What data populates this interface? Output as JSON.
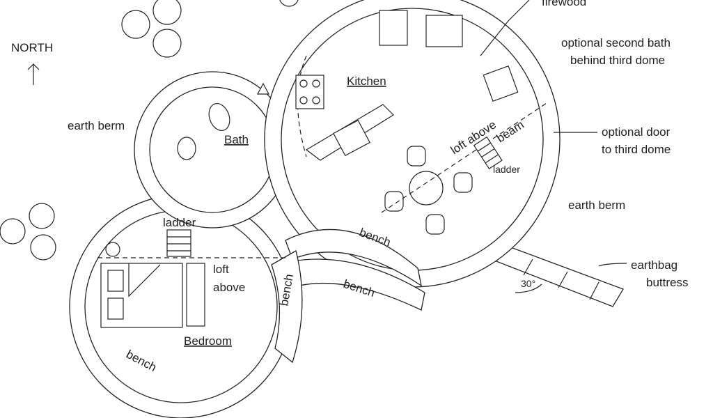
{
  "compass": {
    "label": "NORTH"
  },
  "rooms": {
    "kitchen": "Kitchen",
    "bath": "Bath",
    "bedroom": "Bedroom"
  },
  "labels": {
    "firewood": "firewood",
    "second_bath_1": "optional second bath",
    "second_bath_2": "behind third dome",
    "earth_berm_left": "earth berm",
    "earth_berm_right": "earth berm",
    "door_1": "optional door",
    "door_2": "to third dome",
    "loft_above_kitchen": "loft above",
    "beam": "beam",
    "ladder_kitchen": "ladder",
    "ladder_bedroom": "ladder",
    "loft_above_bed_1": "loft",
    "loft_above_bed_2": "above",
    "bench_1": "bench",
    "bench_2": "bench",
    "bench_3": "bench",
    "bench_4": "bench",
    "buttress_1": "earthbag",
    "buttress_2": "buttress",
    "angle": "30°"
  }
}
